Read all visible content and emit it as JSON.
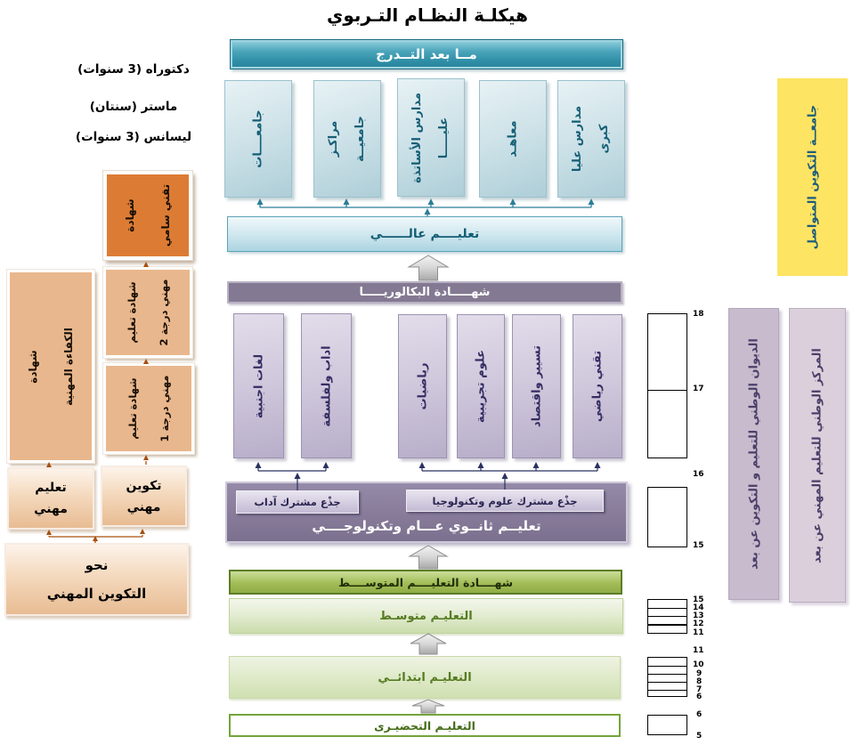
{
  "title": "هيكلـة النظـام التـربوي",
  "post_graduation": "مــا بعد التــدرج",
  "institutions": {
    "universities": "جامعــــات",
    "university_centers": "مراكـز\nجامعيــة",
    "teacher_schools": "مدارس الأساتذة\nعليـــــا",
    "institutes": "معاهـد",
    "grand_schools": "مدارس عليا\nكبرى"
  },
  "higher_education": "تعليــــم عالــــــي",
  "baccalaureate": "شهـــــادة البكالوريـــــا",
  "streams": {
    "foreign_languages": "لغات اجنبية",
    "literature_philosophy": "اداب ولفلسفة",
    "mathematics": "رياضيات",
    "experimental_sciences": "علوم تجريبية",
    "management_economics": "تسيير واقتصاد",
    "technical_math": "تقني رياضي"
  },
  "secondary": {
    "common_core_arts": "جذْع مشترك آداب",
    "common_core_science": "جذْع مشترك علوم وتكنولوجيا",
    "label": "تعليــم ثانــوي عـــام وتكنولوجــــي"
  },
  "bem_certificate": "شهــــادة التعليــــم المتوســــط",
  "middle_education": "التعليـم متوسـط",
  "primary_education": "التعليـم ابتدائــي",
  "preparatory_education": "التعليـم التحضيـرى",
  "degrees": {
    "doctorate": "دكتوراه (3 سنوات)",
    "master": "ماستر (سنتان)",
    "license": "ليسانس (3 سنوات)"
  },
  "vocational": {
    "senior_technician": "شهادة\nتقني سامي",
    "level2": "شهادة تعليم\nمهني درجة 2",
    "level1": "شهادة تعليم\nمهني درجة 1",
    "professional_competence": "شهادة\nالكفاءة المهنية",
    "vocational_education": "تعليم\nمهني",
    "vocational_training": "تكوين\nمهني",
    "toward": "نحو\nالتكوين المهني"
  },
  "right_side": {
    "continuing_university": "جامعــة التكوين المتواصل",
    "national_office": "الديوان الوطني للتعليم و التكوين عن بعد",
    "national_center": "المركز الوطني للتعليم المهني عن بعد"
  },
  "age_scale": {
    "upper": [
      "18",
      "17"
    ],
    "second": [
      "16",
      "15"
    ],
    "ladder1": [
      "15",
      "14",
      "13",
      "12",
      "11"
    ],
    "ladder2": [
      "11",
      "10",
      "9",
      "8",
      "7",
      "6"
    ],
    "bottom": [
      "6",
      "5"
    ]
  },
  "colors": {
    "teal_bar": "#2e8ea6",
    "blue_box": "#c4dde4",
    "bac_purple": "#847992",
    "stream_purple": "#c9c0d8",
    "secondary_purple": "#867a98",
    "bem_green": "#9cb953",
    "light_green": "#dfeac9",
    "orange": "#dc7c34",
    "light_orange": "#e9b78d",
    "peach": "#f2d4b6",
    "yellow": "#fde463",
    "mauve_dark": "#c7bbcd",
    "mauve_light": "#dbcfdb",
    "arrow_brown": "#a6500e",
    "arrow_teal": "#2c7d97",
    "arrow_navy": "#2a3160"
  }
}
